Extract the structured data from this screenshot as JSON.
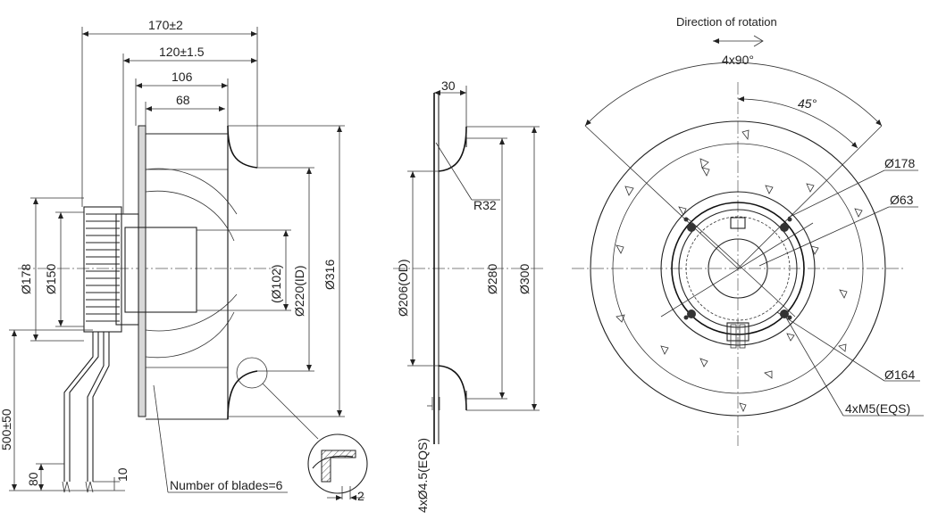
{
  "side_view": {
    "dims": {
      "overall_length": "170±2",
      "impeller_length": "120±1.5",
      "motor_length": "106",
      "hub_length": "68",
      "motor_dia": "Ø178",
      "flange_dia": "Ø150",
      "shaft_dia": "(Ø102)",
      "inlet_id": "Ø220(ID)",
      "outer_dia": "Ø316",
      "cable_length": "500±50",
      "cable_strip": "80",
      "cable_end": "10",
      "detail_gap": "2"
    },
    "blades_note": "Number of blades=6"
  },
  "nozzle_view": {
    "dims": {
      "depth": "30",
      "radius": "R32",
      "od": "Ø206(OD)",
      "hole_circle": "Ø280",
      "outer": "Ø300",
      "holes": "4xØ4.5(EQS)"
    }
  },
  "front_view": {
    "rotation_label": "Direction of rotation",
    "angle_4x": "4x90°",
    "angle_45": "45°",
    "dims": {
      "d178": "Ø178",
      "d63": "Ø63",
      "d164": "Ø164",
      "threads": "4xM5(EQS)"
    }
  }
}
